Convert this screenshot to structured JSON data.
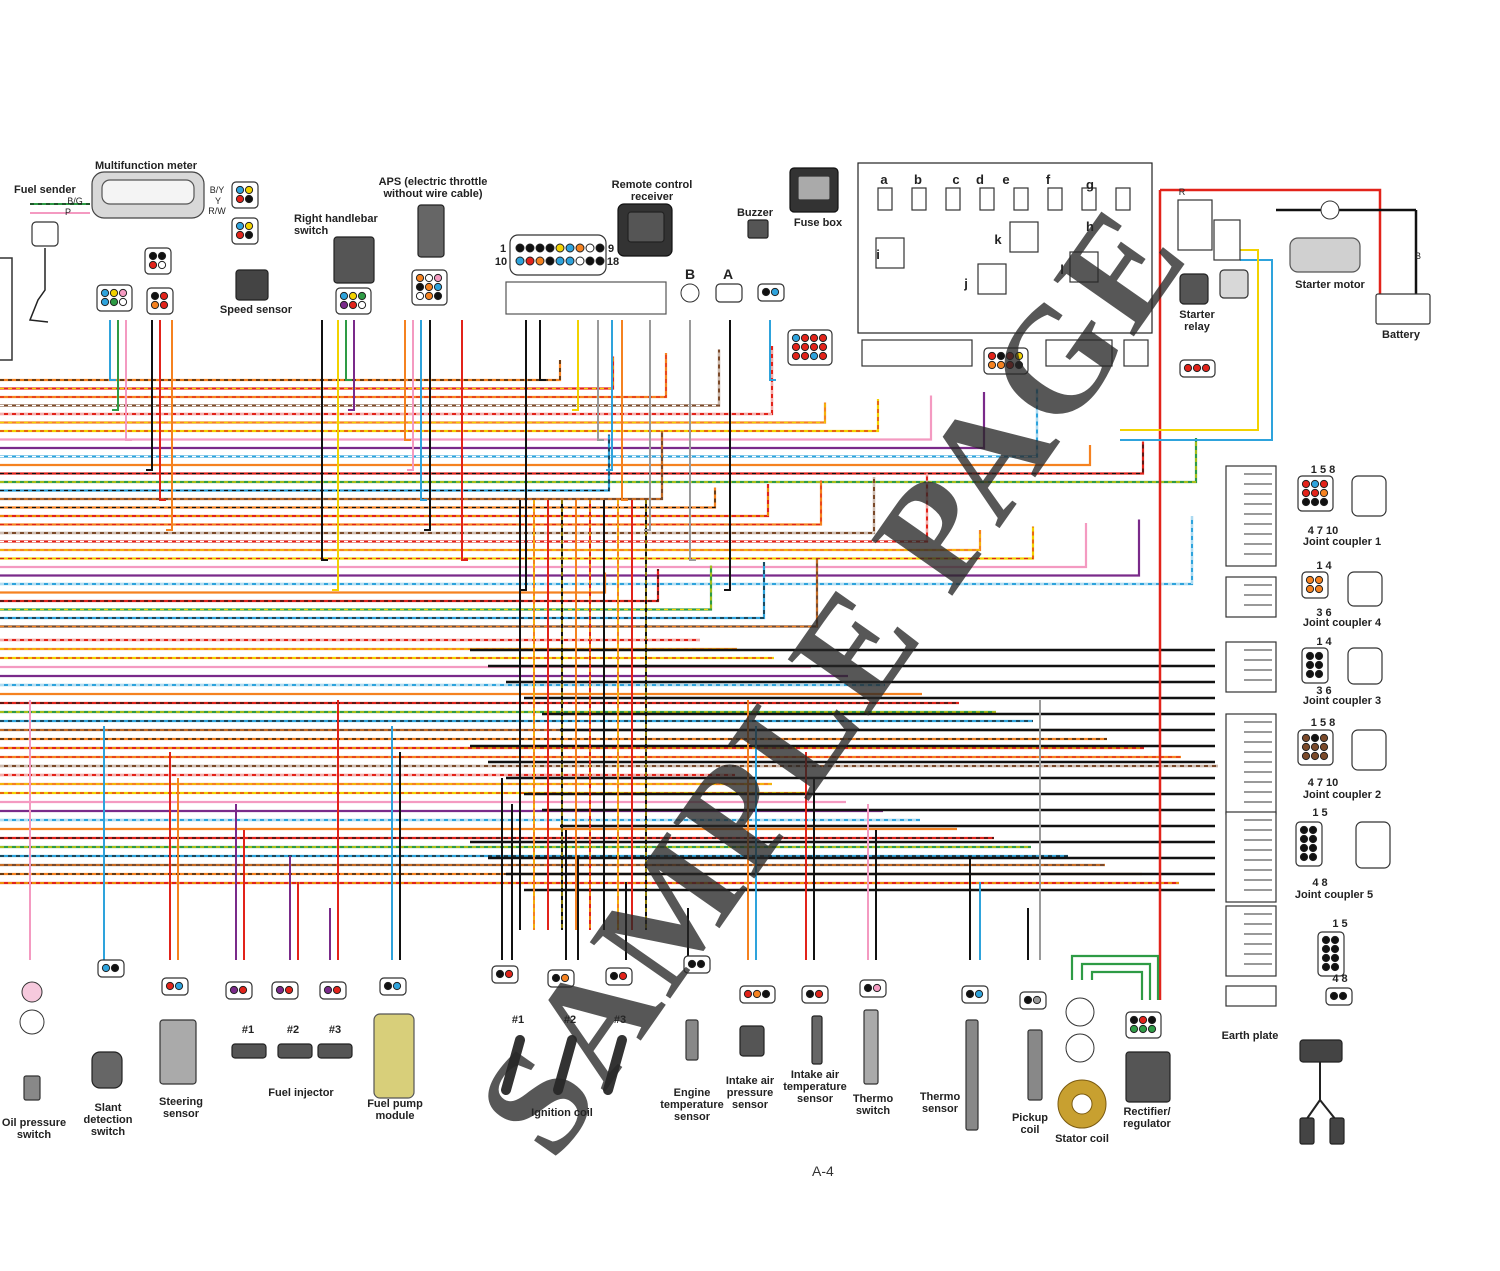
{
  "page_number": "A-4",
  "watermark": "SAMPLE PAGE",
  "colors": {
    "red": "#e2231a",
    "black": "#111111",
    "blue": "#2ea3dc",
    "yellow": "#f2d200",
    "orange": "#f58220",
    "pink": "#f49ac1",
    "green": "#2e9b45",
    "purple": "#7a2a8a",
    "brown": "#7b4a2a",
    "gray": "#9a9a9a",
    "white": "#ffffff"
  },
  "components": {
    "fuel_sender": "Fuel sender",
    "multifunction_meter": "Multifunction meter",
    "speed_sensor": "Speed sensor",
    "right_handlebar_switch": "Right handlebar switch",
    "aps": "APS (electric throttle without wire cable)",
    "remote_control_receiver": "Remote control receiver",
    "buzzer": "Buzzer",
    "fuse_box": "Fuse box",
    "starter_relay": "Starter relay",
    "starter_motor": "Starter motor",
    "battery": "Battery",
    "joint_coupler_1": "Joint coupler 1",
    "joint_coupler_2": "Joint coupler 2",
    "joint_coupler_3": "Joint coupler 3",
    "joint_coupler_4": "Joint coupler 4",
    "joint_coupler_5": "Joint coupler 5",
    "earth_plate": "Earth plate",
    "oil_pressure_switch": "Oil pressure switch",
    "slant_detection_switch": "Slant detection switch",
    "steering_sensor": "Steering sensor",
    "fuel_injector": "Fuel injector",
    "fuel_pump_module": "Fuel pump module",
    "ignition_coil": "Ignition coil",
    "engine_temperature_sensor": "Engine temperature sensor",
    "intake_air_pressure_sensor": "Intake air pressure sensor",
    "intake_air_temperature_sensor": "Intake air temperature sensor",
    "thermo_switch": "Thermo switch",
    "thermo_sensor": "Thermo sensor",
    "pickup_coil": "Pickup coil",
    "stator_coil": "Stator coil",
    "rectifier_regulator": "Rectifier/ regulator"
  },
  "small_labels": {
    "cyl_1": "#1",
    "cyl_2": "#2",
    "cyl_3": "#3",
    "ic_1": "#1",
    "ic_2": "#2",
    "ic_3": "#3",
    "marker_a": "A",
    "marker_b": "B",
    "ecu_1": "1",
    "ecu_10": "10",
    "ecu_9": "9",
    "ecu_18": "18",
    "fuse_a": "a",
    "fuse_b": "b",
    "fuse_c": "c",
    "fuse_d": "d",
    "fuse_e": "e",
    "fuse_f": "f",
    "fuse_g": "g",
    "fuse_h": "h",
    "relay_i": "i",
    "relay_j": "j",
    "relay_k": "k",
    "relay_l": "l",
    "jc1_top": "1 5 8",
    "jc1_bottom": "4 7 10",
    "jc4_top": "1 4",
    "jc4_bottom": "3 6",
    "jc3_top": "1 4",
    "jc3_bottom": "3 6",
    "jc2_top": "1 5 8",
    "jc2_bottom": "4 7 10",
    "jc5_top": "1 5",
    "jc5_bottom": "4 8",
    "ep_top": "1 5",
    "ep_bottom": "4 8"
  },
  "wire_codes": {
    "fs_bg": "B/G",
    "fs_p": "P",
    "mm_by": "B/Y",
    "mm_y": "Y",
    "mm_rw": "R/W",
    "sr_r": "R",
    "sr_b": "B"
  }
}
